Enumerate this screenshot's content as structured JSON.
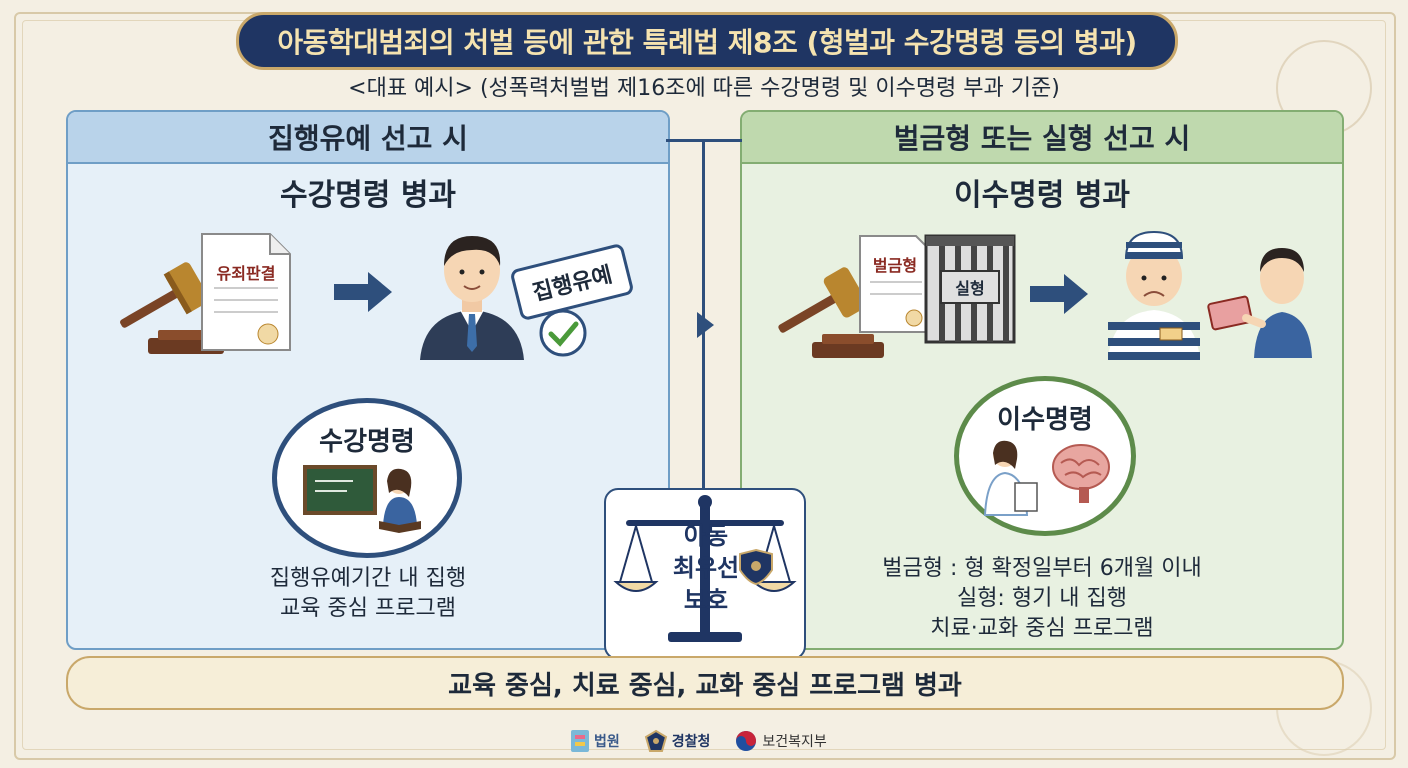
{
  "title": "아동학대범죄의 처벌 등에 관한 특례법 제8조 (형벌과 수강명령 등의 병과)",
  "subtitle": "<대표 예시> (성폭력처벌법 제16조에 따른 수강명령 및 이수명령 부과 기준)",
  "left": {
    "header": "집행유예 선고 시",
    "sub": "수강명령 병과",
    "document_label": "유죄판결",
    "badge": "집행유예",
    "circle_label": "수강명령",
    "desc_line1": "집행유예기간 내 집행",
    "desc_line2": "교육 중심 프로그램"
  },
  "right": {
    "header": "벌금형 또는 실형 선고 시",
    "sub": "이수명령 병과",
    "document_label": "벌금형",
    "prison_label": "실형",
    "circle_label": "이수명령",
    "desc_line1": "벌금형 : 형 확정일부터 6개월 이내",
    "desc_line2": "실형: 형기 내 집행",
    "desc_line3": "치료·교화 중심 프로그램"
  },
  "center": {
    "line1": "아동",
    "line2": "최우선",
    "line3": "보호"
  },
  "bottom": "교육 중심, 치료 중심, 교화 중심 프로그램 병과",
  "logos": {
    "court": "법원",
    "police": "경찰청",
    "ministry": "보건복지부"
  },
  "colors": {
    "navy": "#1f3563",
    "gold": "#c9a86a",
    "left_panel": "#e6f0f8",
    "right_panel": "#e8f1e1"
  }
}
